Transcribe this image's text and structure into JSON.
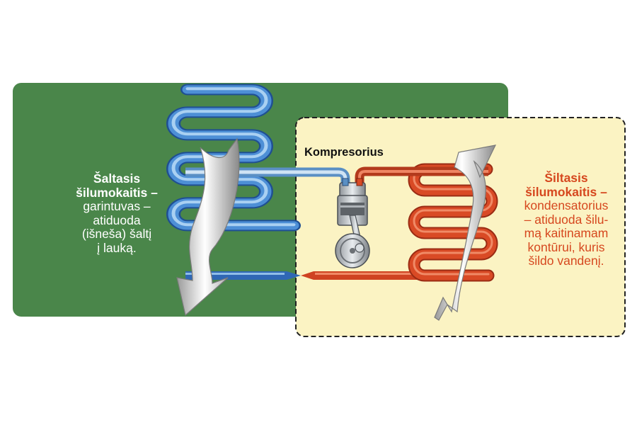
{
  "compressor": {
    "label": "Kompresorius"
  },
  "cold_exchanger": {
    "title_line1": "Šaltasis",
    "title_line2": "šilumokaitis –",
    "desc_line1": "garintuvas –",
    "desc_line2": "atiduoda",
    "desc_line3": "(išneša) šaltį",
    "desc_line4": "į lauką."
  },
  "hot_exchanger": {
    "title_line1": "Šiltasis",
    "title_line2": "šilumokaitis –",
    "desc_line1": "kondensatorius",
    "desc_line2": "– atiduoda šilu-",
    "desc_line3": "mą kaitinamam",
    "desc_line4": "kontūrui, kuris",
    "desc_line5": "šildo vandenį."
  },
  "colors": {
    "cold_panel": "#4a864a",
    "hot_panel": "#fbf3c3",
    "cold_pipe": "#3f7fc7",
    "hot_pipe": "#d94a25",
    "hot_text": "#d6481f"
  }
}
